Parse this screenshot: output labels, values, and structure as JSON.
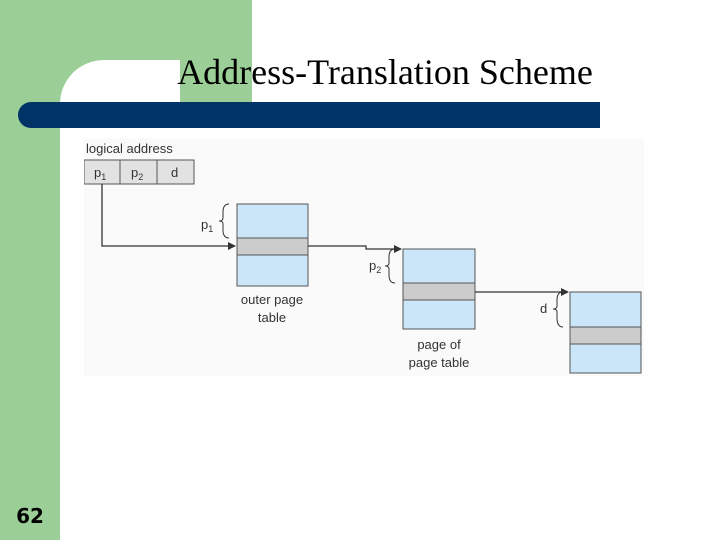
{
  "slide": {
    "title": "Address-Translation Scheme",
    "number": "62"
  },
  "diagram": {
    "logical_address_label": "logical address",
    "fields": [
      {
        "base": "p",
        "sub": "1"
      },
      {
        "base": "p",
        "sub": "2"
      },
      {
        "base": "d",
        "sub": ""
      }
    ],
    "p1_label": {
      "base": "p",
      "sub": "1"
    },
    "p2_label": {
      "base": "p",
      "sub": "2"
    },
    "d_label": "d",
    "outer_page_table_label": [
      "outer page",
      "table"
    ],
    "page_of_page_table_label": [
      "page of",
      "page table"
    ]
  },
  "colors": {
    "table_fill": "#cce6f9",
    "highlight_fill": "#cccccc",
    "title_bar": "#003366",
    "side_green": "#9ccf97"
  }
}
